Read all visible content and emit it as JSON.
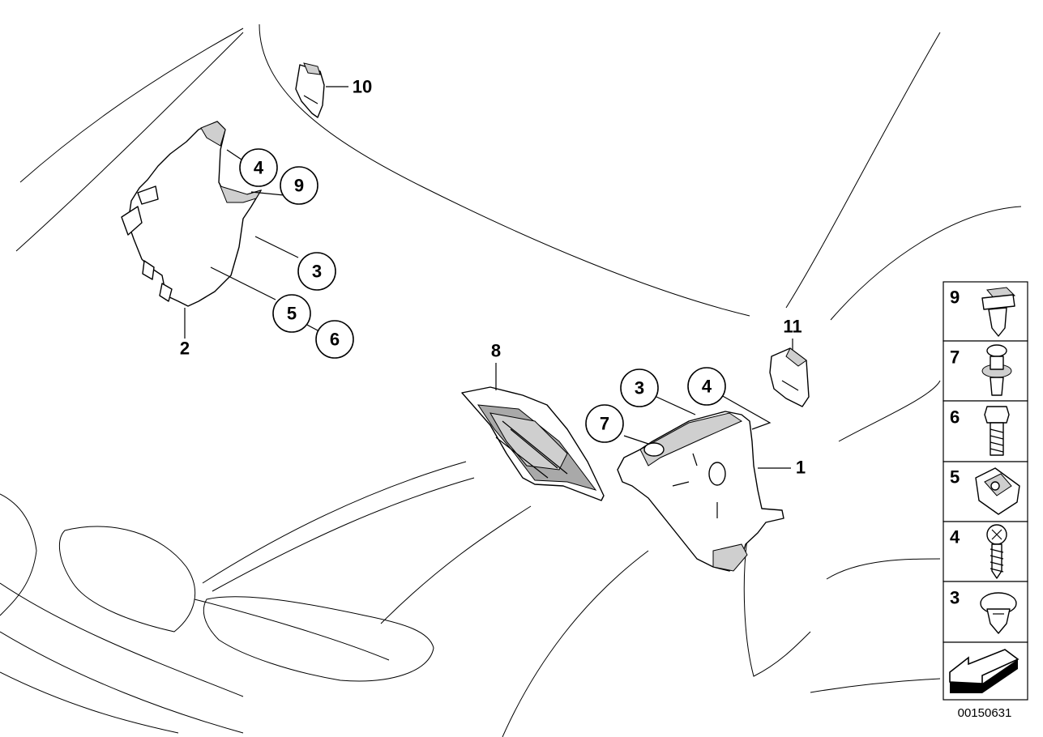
{
  "diagram": {
    "figure_id": "00150631",
    "callouts": {
      "c4_left": "4",
      "c9_left": "9",
      "c3_left": "3",
      "c5_left": "5",
      "c6_left": "6",
      "c3_right": "3",
      "c4_right": "4",
      "c7_right": "7"
    },
    "part_labels": {
      "p10": "10",
      "p2": "2",
      "p8": "8",
      "p11": "11",
      "p1": "1"
    },
    "legend": [
      "9",
      "7",
      "6",
      "5",
      "4",
      "3"
    ]
  }
}
